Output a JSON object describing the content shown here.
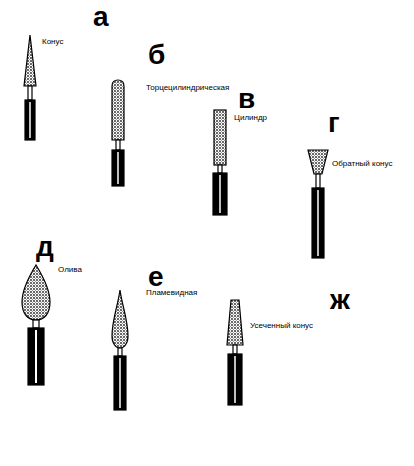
{
  "diagram": {
    "labels": [
      "а",
      "Конус",
      "б",
      "Торцецилиндрическая",
      "в",
      "Цилиндр",
      "г",
      "Обратный конус",
      "д",
      "Олива",
      "е",
      "Пламевидная",
      "ж",
      "Усеченный конус"
    ]
  }
}
